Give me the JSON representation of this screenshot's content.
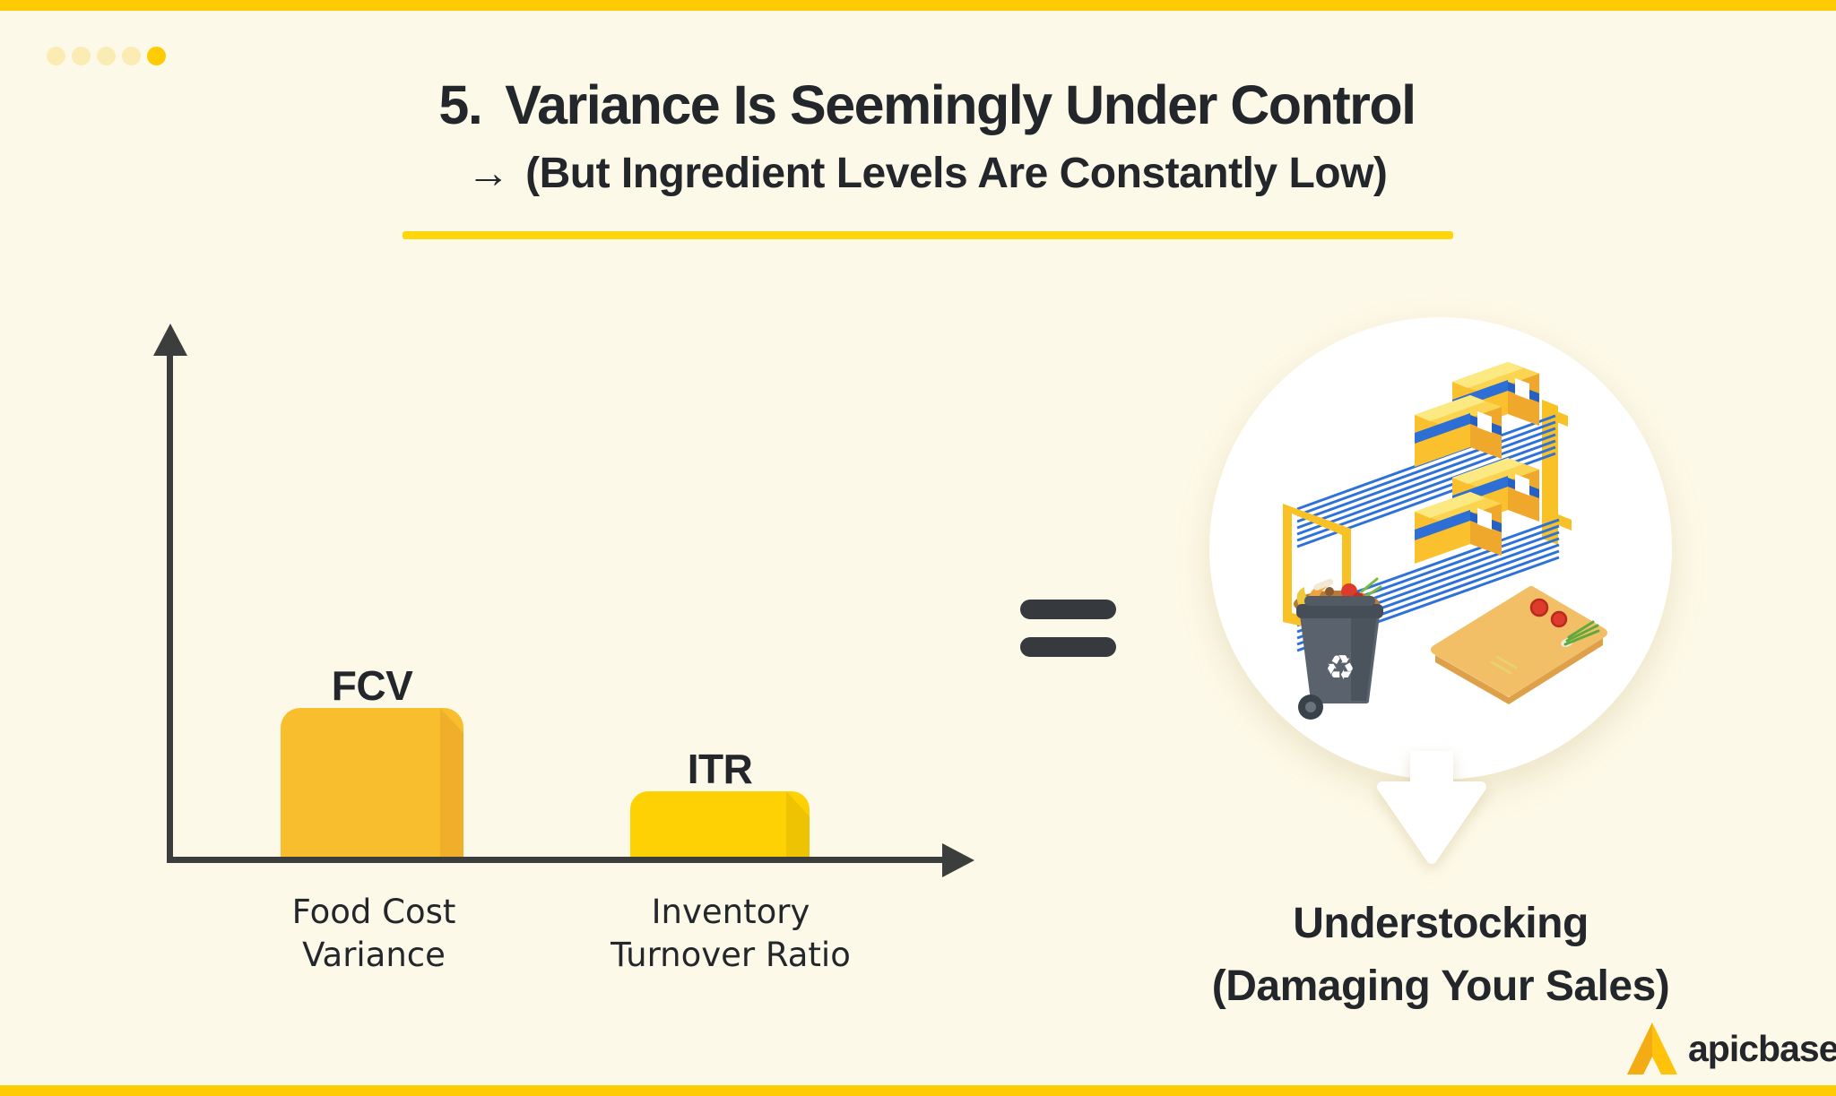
{
  "slide": {
    "background_color": "#FDF9E8",
    "accent_bar_color": "#FFCB05",
    "ink_color": "#23272B"
  },
  "progress_dots": {
    "total": 5,
    "active_index": 4,
    "inactive_color": "#FBECB4",
    "active_color": "#FFCB02"
  },
  "header": {
    "number": "5.",
    "title": "Variance Is Seemingly Under Control",
    "subtitle_arrow": "→",
    "subtitle": "(But Ingredient Levels Are Constantly Low)",
    "underline_color": "#FFD60B"
  },
  "chart_data": {
    "type": "bar",
    "title": "",
    "xlabel": "",
    "ylabel": "",
    "grid": false,
    "axes": "plain arrows, no ticks or numeric scale",
    "axis_color": "#3B3E3C",
    "categories": [
      "Food Cost Variance",
      "Inventory Turnover Ratio"
    ],
    "x_axis": {
      "labels": [
        [
          "Food Cost",
          "Variance"
        ],
        [
          "Inventory",
          "Turnover Ratio"
        ]
      ]
    },
    "bars": [
      {
        "code": "FCV",
        "name": "Food Cost Variance",
        "value": 166,
        "color": "#F9BE2D",
        "shade_color": "#EFAF2B"
      },
      {
        "code": "ITR",
        "name": "Inventory Turnover Ratio",
        "value": 73,
        "color": "#FDD104",
        "shade_color": "#EDC303"
      }
    ],
    "value_unit": "relative bar height in px (conceptual chart, no numeric scale shown)",
    "note": "High food-cost-variance bar compared to a low inventory-turnover-ratio bar"
  },
  "equals": {
    "symbol": "=",
    "color": "#36393D"
  },
  "illustration": {
    "description": "Understocked warehouse wire shelf with yellow boxes, overflowing waste bin and cutting board",
    "circle_color": "#FFFFFF",
    "box_color": "#FAC02E",
    "box_strap_color": "#2E6FD6",
    "shelf_wire_color": "#2E71DB",
    "shelf_frame_color": "#F8C125",
    "bin_color": "#5A636D",
    "board_color": "#F2BF66",
    "recycle_symbol": "♻"
  },
  "result": {
    "caption_line1": "Understocking",
    "caption_line2": "(Damaging Your Sales)"
  },
  "logo": {
    "text": "apicbase",
    "mark_color": "#FFC30B",
    "mark_shade_color": "#F2A818"
  }
}
